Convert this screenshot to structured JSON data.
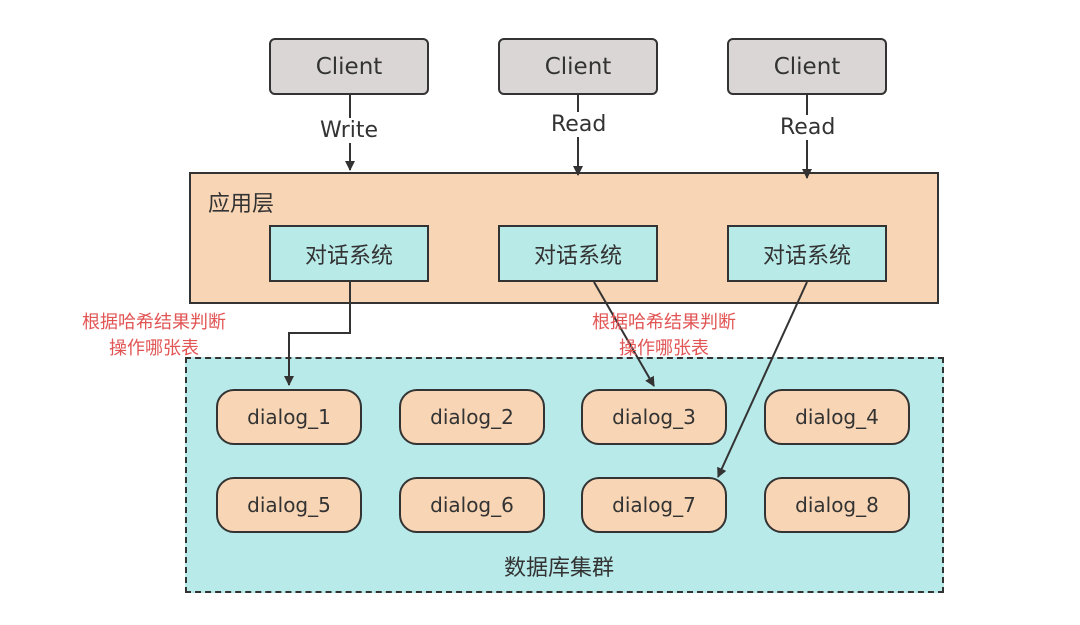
{
  "clients": [
    {
      "label": "Client"
    },
    {
      "label": "Client"
    },
    {
      "label": "Client"
    }
  ],
  "edge_labels": [
    "Write",
    "Read",
    "Read"
  ],
  "app_layer": {
    "title": "应用层",
    "services": [
      "对话系统",
      "对话系统",
      "对话系统"
    ]
  },
  "notes": [
    {
      "line1": "根据哈希结果判断",
      "line2": "操作哪张表"
    },
    {
      "line1": "根据哈希结果判断",
      "line2": "操作哪张表"
    }
  ],
  "db_cluster": {
    "title": "数据库集群",
    "tables": [
      "dialog_1",
      "dialog_2",
      "dialog_3",
      "dialog_4",
      "dialog_5",
      "dialog_6",
      "dialog_7",
      "dialog_8"
    ]
  },
  "colors": {
    "client_fill": "#dbd6d6",
    "app_layer_fill": "#f8d5b4",
    "service_fill": "#b8eae8",
    "cluster_fill": "#b9eaea",
    "table_fill": "#f8d5b4",
    "note_text": "#e25555",
    "stroke": "#333333"
  }
}
